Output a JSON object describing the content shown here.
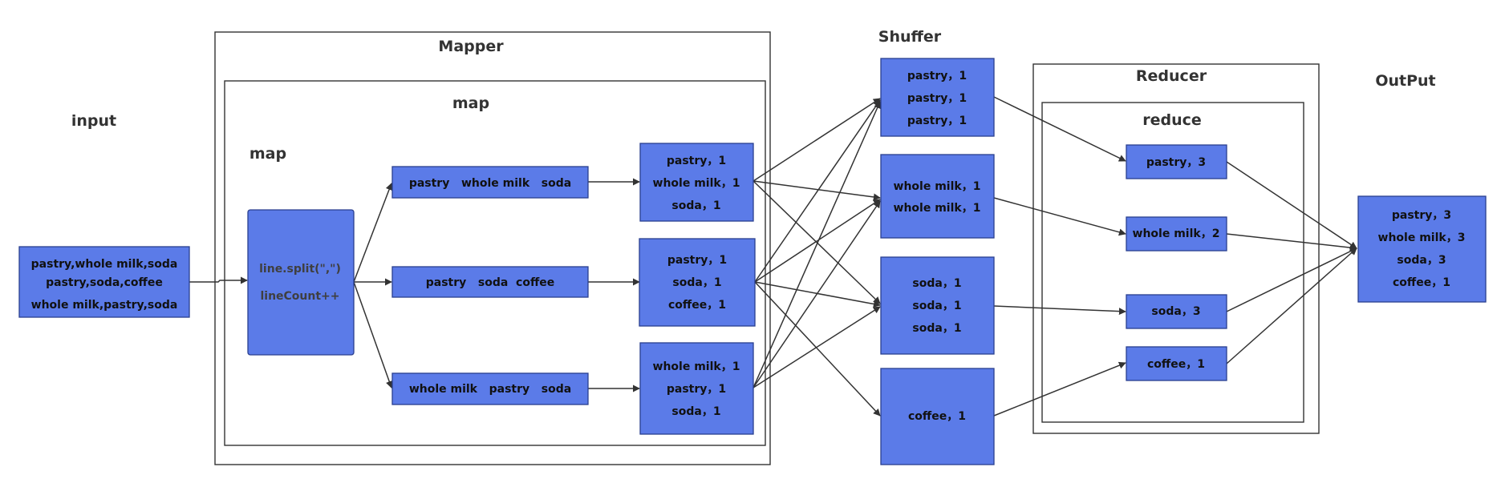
{
  "headings": {
    "input": "input",
    "mapper": "Mapper",
    "map_outer": "map",
    "map_inner": "map",
    "shuffer": "Shuffer",
    "reducer": "Reducer",
    "reduce": "reduce",
    "output": "OutPut"
  },
  "input": [
    "pastry,whole milk,soda",
    "pastry,soda,coffee",
    "whole milk,pastry,soda"
  ],
  "split": [
    "line.split(\",\")",
    "lineCount++"
  ],
  "lines": [
    "pastry   whole milk   soda",
    "pastry   soda  coffee",
    "whole milk   pastry   soda"
  ],
  "map_outputs": [
    [
      "pastry，1",
      "whole milk，1",
      "soda，1"
    ],
    [
      "pastry，1",
      "soda，1",
      "coffee，1"
    ],
    [
      "whole milk，1",
      "pastry，1",
      "soda，1"
    ]
  ],
  "shuffle": [
    [
      "pastry，1",
      "pastry，1",
      "pastry，1"
    ],
    [
      "whole milk，1",
      "whole milk，1"
    ],
    [
      "soda，1",
      "soda，1",
      "soda，1"
    ],
    [
      "coffee，1"
    ]
  ],
  "reduce_outputs": [
    "pastry，3",
    "whole milk，2",
    "soda，3",
    "coffee，1"
  ],
  "output": [
    "pastry，3",
    "whole milk，3",
    "soda，3",
    "coffee，1"
  ],
  "colors": {
    "node_fill": "#5b7be8",
    "node_stroke": "#2a3f8f",
    "line": "#333333"
  }
}
